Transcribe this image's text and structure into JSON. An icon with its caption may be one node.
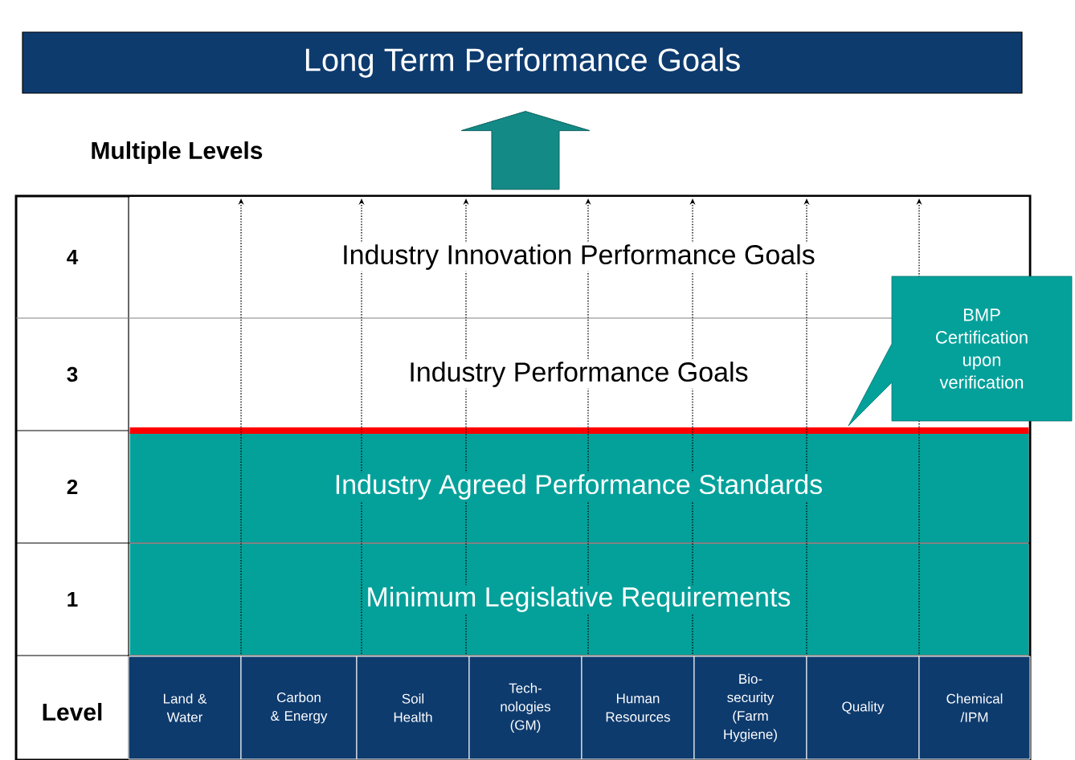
{
  "diagram": {
    "nodes": [
      {
        "text": [
          "Long Term Performance Goals"
        ]
      },
      {
        "text": [
          "Industry Innovation Performance Goals"
        ]
      },
      {
        "text": [
          "Industry Performance Goals"
        ]
      },
      {
        "text": [
          "Industry Agreed Performance Standards"
        ]
      },
      {
        "text": [
          "Minimum Legislative Requirements"
        ]
      },
      {
        "text": [
          "BMP Certification upon verification"
        ]
      },
      {
        "text": [
          "Land & Water"
        ]
      },
      {
        "text": [
          "Carbon & Energy"
        ]
      },
      {
        "text": [
          "Soil Health"
        ]
      },
      {
        "text": [
          "Tech-nologies (GM)"
        ]
      },
      {
        "text": [
          "Human Resources"
        ]
      },
      {
        "text": [
          "Bio-security (Farm Hygiene)"
        ]
      },
      {
        "text": [
          "Quality"
        ]
      },
      {
        "text": [
          "Chemical /IPM"
        ]
      }
    ],
    "edges": [
      {
        "from": 1,
        "to": 0,
        "arrow": "to",
        "style": "thick"
      }
    ],
    "labels": [
      "Multiple Levels",
      "4",
      "3",
      "2",
      "1",
      "Level"
    ]
  }
}
